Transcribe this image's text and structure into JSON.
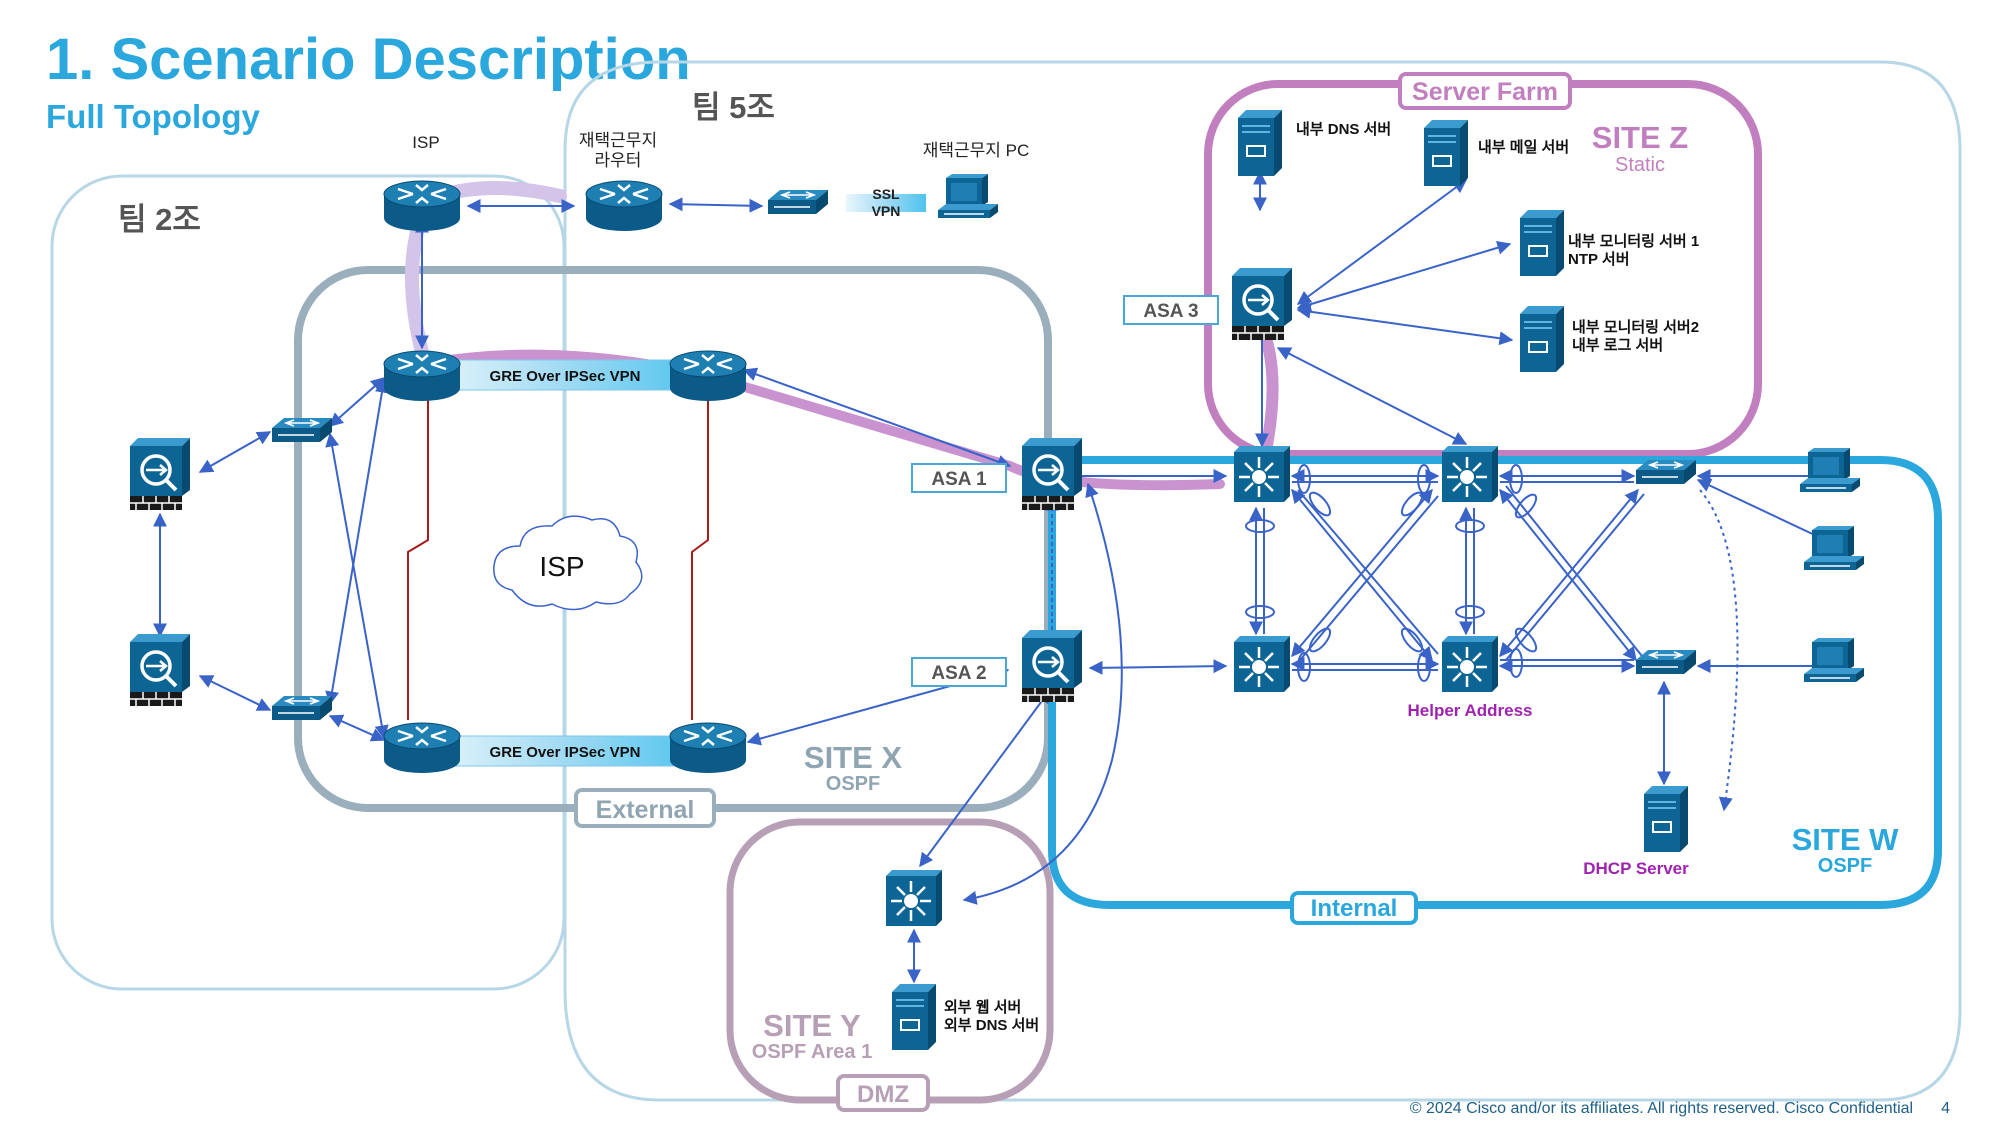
{
  "header": {
    "title": "1. Scenario Description",
    "subtitle": "Full Topology"
  },
  "teams": {
    "team2": "팀 2조",
    "team5": "팀 5조"
  },
  "sites": {
    "site_x": {
      "name": "SITE X",
      "protocol": "OSPF",
      "tag": "External"
    },
    "site_y": {
      "name": "SITE Y",
      "protocol": "OSPF Area 1",
      "tag": "DMZ"
    },
    "site_z": {
      "name": "SITE Z",
      "protocol": "Static",
      "tag": "Server Farm"
    },
    "site_w": {
      "name": "SITE W",
      "protocol": "OSPF",
      "tag": "Internal"
    }
  },
  "labels": {
    "isp": "ISP",
    "home_router_line1": "재택근무지",
    "home_router_line2": "라우터",
    "home_pc": "재택근무지 PC",
    "ssl_vpn_line1": "SSL",
    "ssl_vpn_line2": "VPN",
    "isp_cloud": "ISP",
    "gre_vpn": "GRE Over IPSec VPN",
    "asa1": "ASA 1",
    "asa2": "ASA 2",
    "asa3": "ASA 3",
    "dns_server": "내부 DNS 서버",
    "mail_server": "내부 메일 서버",
    "mon1_line1": "내부 모니터링 서버 1",
    "mon1_line2": "NTP 서버",
    "mon2_line1": "내부 모니터링 서버2",
    "mon2_line2": "내부 로그 서버",
    "helper_address": "Helper Address",
    "dhcp_server": "DHCP Server",
    "ext_server_line1": "외부 웹 서버",
    "ext_server_line2": "외부 DNS 서버"
  },
  "footer": {
    "copyright": "© 2024  Cisco and/or its affiliates. All rights reserved.   Cisco Confidential",
    "page_number": "4"
  },
  "colors": {
    "title": "#2aa7dc",
    "device": "#0f5f8f",
    "link": "#3a63c8",
    "serial": "#a41e1e",
    "site_x": "#8fa5b2",
    "site_y": "#b79fb5",
    "site_z": "#c27fc0",
    "site_w": "#2aa7dc",
    "helper": "#a023b0",
    "team_outline": "#b7d7e6"
  },
  "icons": [
    "router-icon",
    "switch-icon",
    "firewall-icon",
    "multilayer-switch-icon",
    "server-icon",
    "pc-icon",
    "cloud-icon"
  ]
}
